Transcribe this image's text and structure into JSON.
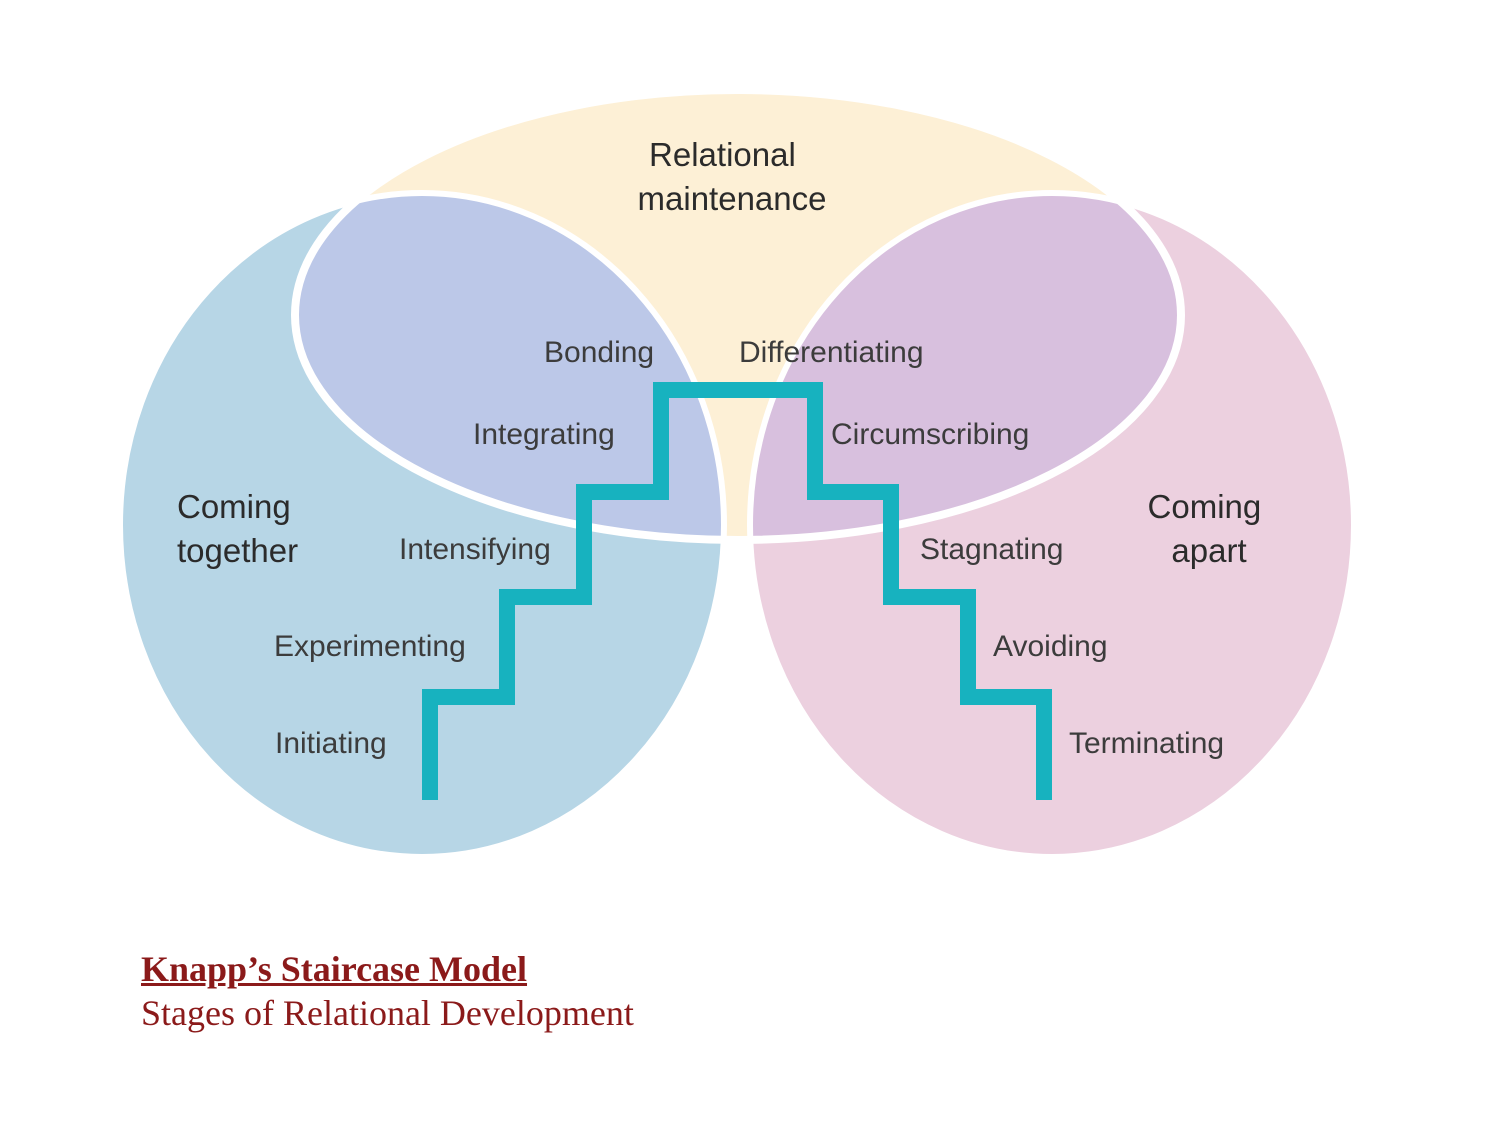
{
  "diagram": {
    "regions": {
      "maintenance": {
        "line1": "Relational",
        "line2": "maintenance",
        "color": "#fdf0d6"
      },
      "coming_together": {
        "line1": "Coming",
        "line2": "together",
        "color": "#b7d6e6"
      },
      "coming_apart": {
        "line1": "Coming",
        "line2": "apart",
        "color": "#ecd0df"
      },
      "overlap_left_color": "#bcc8e8",
      "overlap_right_color": "#d8c0de"
    },
    "stages": {
      "ascending": [
        "Initiating",
        "Experimenting",
        "Intensifying",
        "Integrating",
        "Bonding"
      ],
      "descending": [
        "Differentiating",
        "Circumscribing",
        "Stagnating",
        "Avoiding",
        "Terminating"
      ]
    },
    "staircase_color": "#17b2bf"
  },
  "caption": {
    "title": "Knapp’s Staircase Model",
    "subtitle": "Stages of Relational Development",
    "color": "#8b1a1a"
  }
}
